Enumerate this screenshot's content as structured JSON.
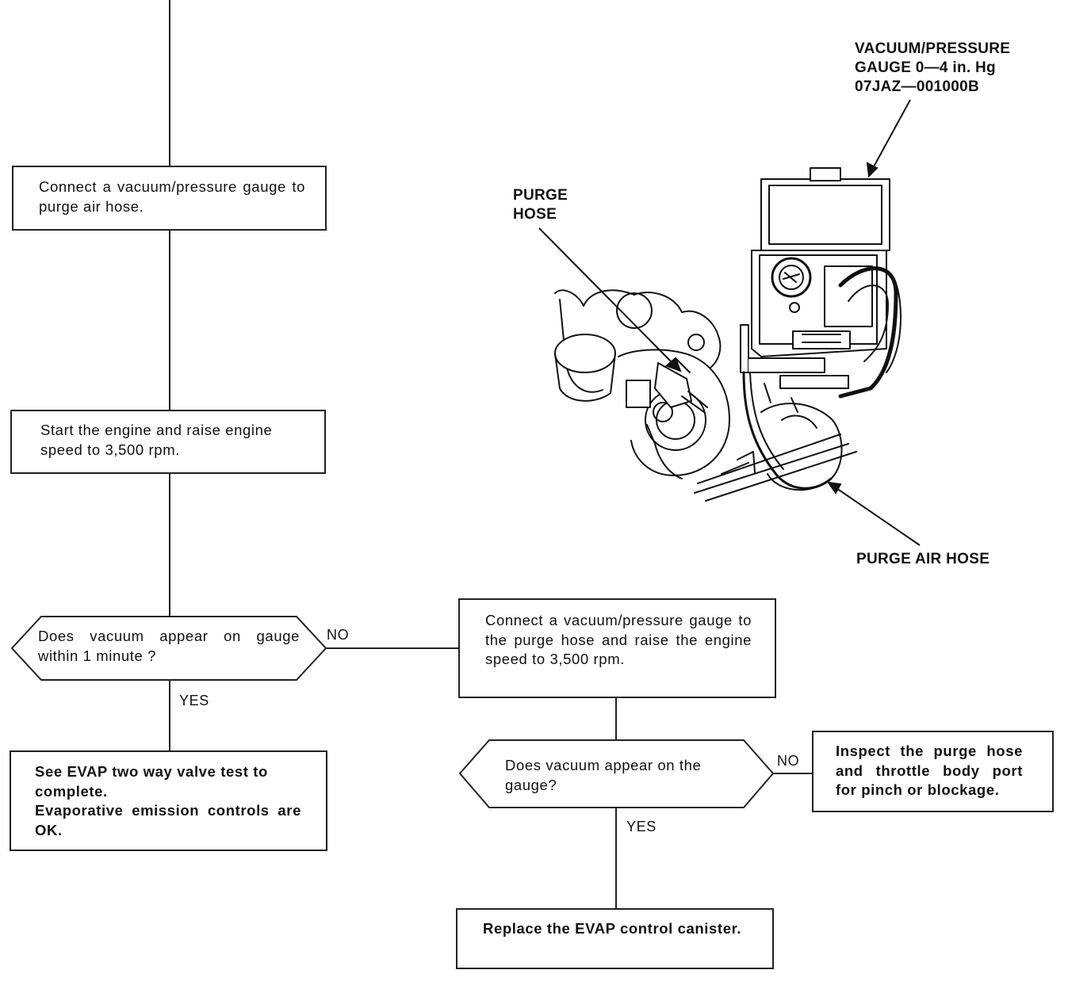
{
  "flowchart": {
    "step_connect_gauge": "Connect a vacuum/pressure gauge to purge air hose.",
    "step_start_engine": "Start the engine and raise engine speed to 3,500 rpm.",
    "decision_vacuum_1min": "Does vacuum appear on gauge within 1 minute ?",
    "result_ok_line1": "See EVAP two way valve test to complete.",
    "result_ok_line2": "Evaporative emission controls are OK.",
    "step_connect_purge_hose": "Connect a vacuum/pressure gauge to the purge hose and raise the engine speed to 3,500 rpm.",
    "decision_vacuum_gauge": "Does vacuum appear on the gauge?",
    "action_inspect": "Inspect the purge hose and throttle body port for pinch or blockage.",
    "action_replace": "Replace the EVAP control canister.",
    "branch_no_1": "NO",
    "branch_yes_1": "YES",
    "branch_no_2": "NO",
    "branch_yes_2": "YES"
  },
  "illustration": {
    "gauge_label_line1": "VACUUM/PRESSURE",
    "gauge_label_line2": "GAUGE 0—4 in. Hg",
    "gauge_label_line3": "07JAZ—001000B",
    "purge_hose_line1": "PURGE",
    "purge_hose_line2": "HOSE",
    "purge_air_hose_label": "PURGE AIR HOSE"
  }
}
